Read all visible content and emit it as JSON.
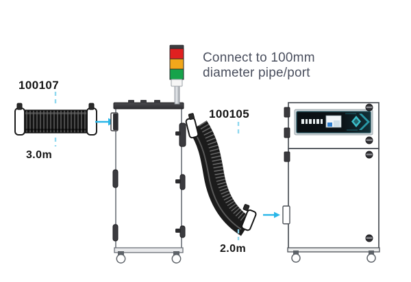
{
  "diagram": {
    "title": "Fume extractor hose connection diagram",
    "background_color": "#ffffff",
    "accent_color": "#29b6e8",
    "text_color": "#141414",
    "note_color": "#4a4f5e"
  },
  "labels": {
    "hose_top_part_number": "100107",
    "hose_top_length": "3.0m",
    "hose_bottom_part_number": "100105",
    "hose_bottom_length": "2.0m",
    "connect_note_line1": "Connect to 100mm",
    "connect_note_line2": "diameter pipe/port"
  },
  "components": [
    {
      "name": "flex-hose-100107",
      "part_number": "100107",
      "length": "3.0m",
      "orientation": "horizontal",
      "color": "#1a1a1a",
      "cuff_color": "#ffffff"
    },
    {
      "name": "extractor-cabinet-left",
      "description": "Tall cabinet with stack light, side latches and casters",
      "body_color": "#ffffff",
      "outline_color": "#5a5f66",
      "hardware_color": "#3b3b3f"
    },
    {
      "name": "stack-light",
      "segments": [
        {
          "label": "red",
          "color": "#e02020"
        },
        {
          "label": "amber",
          "color": "#f2a71b"
        },
        {
          "label": "green",
          "color": "#16a34a"
        },
        {
          "label": "clear",
          "color": "#f4f4f4"
        }
      ],
      "pole_color": "#9aa0a6"
    },
    {
      "name": "flex-hose-100105",
      "part_number": "100105",
      "length": "2.0m",
      "orientation": "s-curve",
      "color": "#111111",
      "cuff_color": "#ffffff"
    },
    {
      "name": "filter-cabinet-right",
      "description": "Cabinet with control panel display, hinges, knobs and casters",
      "body_color": "#ffffff",
      "outline_color": "#4a4f55",
      "panel_color": "#0d1216",
      "panel_accent": "#45d6e0"
    }
  ],
  "arrows": [
    {
      "name": "arrow-hose-to-left-cabinet",
      "color": "#29b6e8",
      "direction": "right"
    },
    {
      "name": "arrow-hose-to-right-cabinet",
      "color": "#29b6e8",
      "direction": "right"
    }
  ],
  "leader_lines": [
    {
      "name": "leader-100107-top",
      "color": "#8fd8ef"
    },
    {
      "name": "leader-100107-bottom",
      "color": "#8fd8ef"
    },
    {
      "name": "leader-100105-top",
      "color": "#8fd8ef"
    },
    {
      "name": "leader-100105-bottom",
      "color": "#8fd8ef"
    }
  ]
}
